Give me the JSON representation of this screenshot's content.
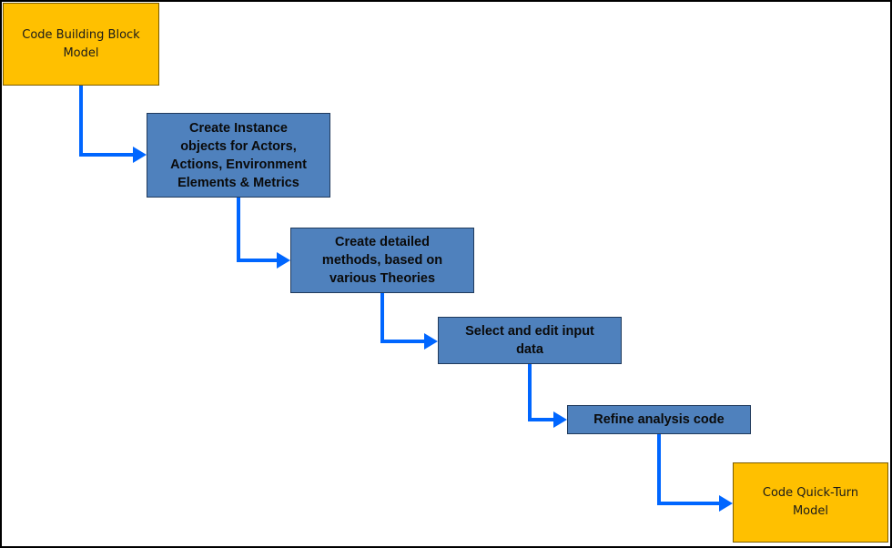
{
  "colors": {
    "terminal_fill": "#ffc000",
    "step_fill": "#4f81bd",
    "connector": "#0066ff"
  },
  "start": {
    "label": "Code Building Block\nModel"
  },
  "steps": [
    {
      "label": "Create Instance\nobjects for Actors,\nActions, Environment\nElements & Metrics"
    },
    {
      "label": "Create detailed\nmethods, based on\nvarious Theories"
    },
    {
      "label": "Select and edit input\ndata"
    },
    {
      "label": "Refine analysis code"
    }
  ],
  "end": {
    "label": "Code Quick-Turn\nModel"
  }
}
